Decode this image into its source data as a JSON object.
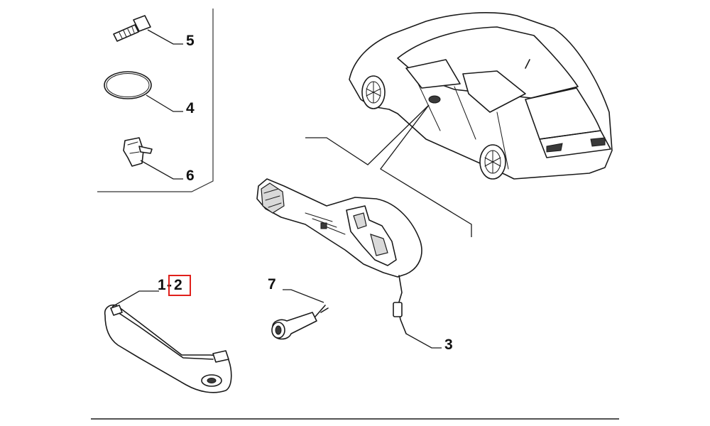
{
  "callouts": {
    "part_1": "1",
    "part_1_separator": "-",
    "part_2": "2",
    "part_3": "3",
    "part_4": "4",
    "part_5": "5",
    "part_6": "6",
    "part_7": "7"
  },
  "colors": {
    "highlight": "#e0201b",
    "line": "#1a1a1a",
    "background": "#ffffff"
  }
}
